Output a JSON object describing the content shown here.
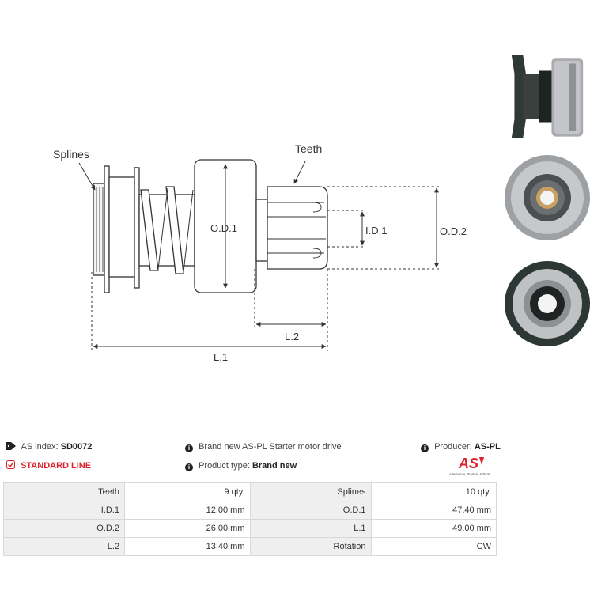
{
  "diagram": {
    "labels": {
      "splines": "Splines",
      "teeth": "Teeth",
      "od1": "O.D.1",
      "id1": "I.D.1",
      "od2": "O.D.2",
      "l2": "L.2",
      "l1": "L.1"
    }
  },
  "photos": [
    "side-view-photo",
    "front-view-photo",
    "rear-view-photo"
  ],
  "info": {
    "as_index_label": "AS index:",
    "as_index_value": "SD0072",
    "description": "Brand new AS-PL Starter motor drive",
    "producer_label": "Producer:",
    "producer_value": "AS-PL",
    "standard_line": "STANDARD LINE",
    "product_type_label": "Product type:",
    "product_type_value": "Brand new",
    "logo_text": "AS",
    "logo_tagline": "Alternators, Starters & Parts"
  },
  "specs": [
    [
      {
        "k": "Teeth",
        "v": "9 qty."
      },
      {
        "k": "Splines",
        "v": "10 qty."
      }
    ],
    [
      {
        "k": "I.D.1",
        "v": "12.00 mm"
      },
      {
        "k": "O.D.1",
        "v": "47.40 mm"
      }
    ],
    [
      {
        "k": "O.D.2",
        "v": "26.00 mm"
      },
      {
        "k": "L.1",
        "v": "49.00 mm"
      }
    ],
    [
      {
        "k": "L.2",
        "v": "13.40 mm"
      },
      {
        "k": "Rotation",
        "v": "CW"
      }
    ]
  ],
  "colors": {
    "accent": "#d9232d",
    "table_label_bg": "#efefef",
    "line": "#333333"
  }
}
